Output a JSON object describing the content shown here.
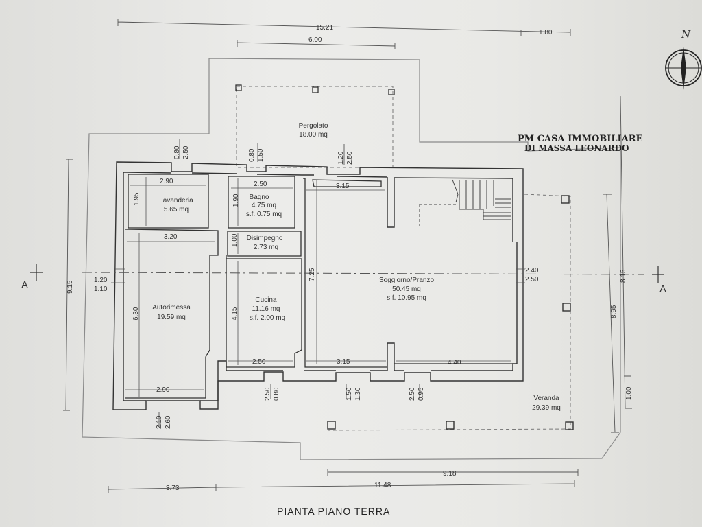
{
  "title": "PIANTA PIANO TERRA",
  "stamp": {
    "line1": "PM CASA IMMOBILIARE",
    "line2": "DI MASSA LEONARDO"
  },
  "north": "N",
  "section_marker": "A",
  "rooms": {
    "pergolato": {
      "name": "Pergolato",
      "area": "18.00 mq"
    },
    "lavanderia": {
      "name": "Lavanderia",
      "area": "5.65 mq"
    },
    "bagno": {
      "name": "Bagno",
      "area": "4.75 mq",
      "sf": "s.f. 0.75 mq"
    },
    "disimpegno": {
      "name": "Disimpegno",
      "area": "2.73 mq"
    },
    "autorimessa": {
      "name": "Autorimessa",
      "area": "19.59 mq"
    },
    "cucina": {
      "name": "Cucina",
      "area": "11.16 mq",
      "sf": "s.f. 2.00 mq"
    },
    "soggiorno": {
      "name": "Soggiorno/Pranzo",
      "area": "50.45 mq",
      "sf": "s.f. 10.95 mq"
    },
    "veranda": {
      "name": "Veranda",
      "area": "29.39 mq"
    }
  },
  "dims": {
    "top_total": "15.21",
    "top_right": "1.80",
    "top_pergola": "6.00",
    "lav_w": "2.90",
    "lav_h": "1.95",
    "bagno_w": "2.50",
    "bagno_h": "1.90",
    "sog_top": "3.15",
    "auto_w": "3.20",
    "auto_h": "6.30",
    "auto_bottom": "2.90",
    "cuc_w": "2.50",
    "cuc_h": "4.15",
    "dis_h": "1.00",
    "sog_h": "7.25",
    "sog_b1": "3.15",
    "sog_b2": "4.40",
    "left_total": "9.15",
    "left_win1": "1.20",
    "left_win2": "1.10",
    "right_win1": "2.40",
    "right_win2": "2.50",
    "right_8_15": "8.15",
    "right_8_95": "8.95",
    "right_1_00": "1.00",
    "win_lav_1": "0.80",
    "win_lav_2": "2.50",
    "win_bagno_1": "0.80",
    "win_bagno_2": "1.50",
    "win_sog_1": "1.20",
    "win_sog_2": "2.50",
    "win_cuc_1": "0.80",
    "win_cuc_2": "2.50",
    "win_door_1": "1.30",
    "win_door_2": "1.50",
    "win_sb_1": "0.95",
    "win_sb_2": "2.50",
    "win_auto_1": "2.60",
    "win_auto_2": "2.10",
    "bottom_left": "3.73",
    "bottom_total": "11.48",
    "bottom_veranda": "9.18"
  }
}
